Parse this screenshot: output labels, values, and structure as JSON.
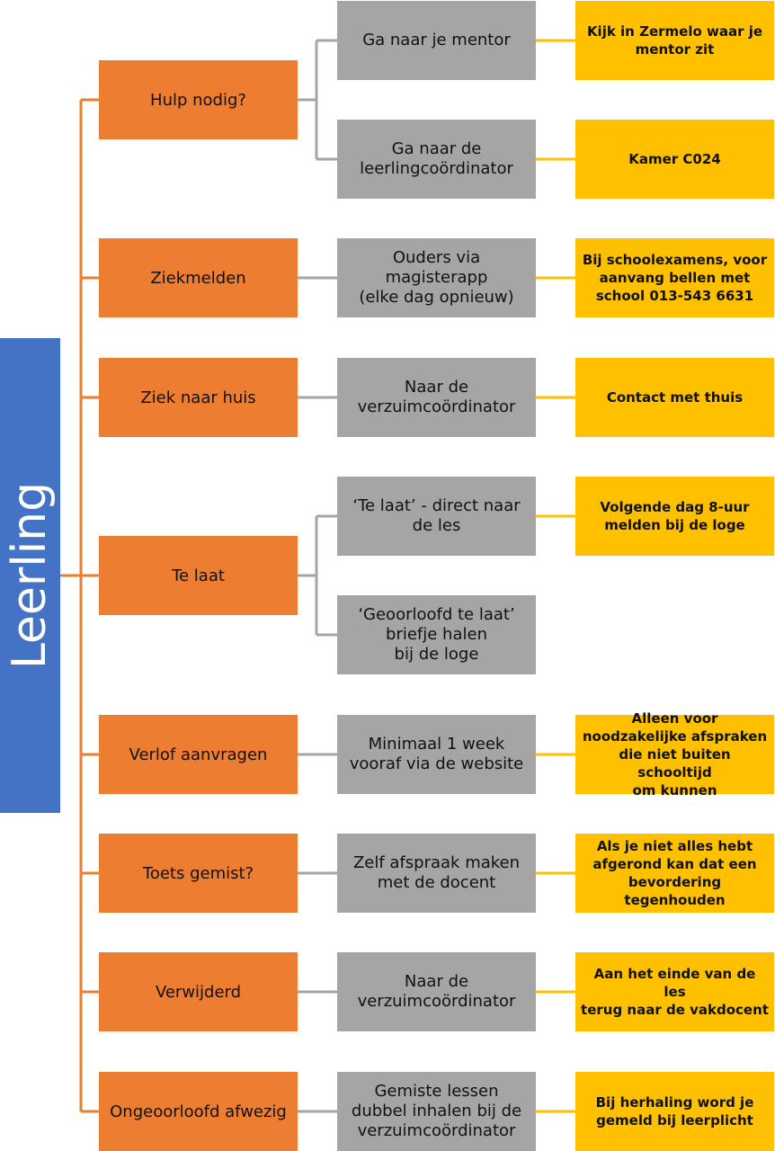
{
  "root": {
    "label": "Leerling",
    "color": "#4472c4"
  },
  "colors": {
    "category": "#ed7d31",
    "action": "#a5a5a5",
    "note": "#ffc000",
    "line_orange": "#ed7d31",
    "line_gray": "#a5a5a5",
    "line_yellow": "#ffc000"
  },
  "categories": [
    {
      "label": "Hulp nodig?",
      "actions": [
        {
          "label": "Ga naar je mentor",
          "note": "Kijk in Zermelo waar je\nmentor zit"
        },
        {
          "label": "Ga naar de\nleerlingcoördinator",
          "note": "Kamer C024"
        }
      ]
    },
    {
      "label": "Ziekmelden",
      "actions": [
        {
          "label": "Ouders via\nmagisterapp\n(elke dag opnieuw)",
          "note": "Bij schoolexamens, voor\naanvang bellen met\nschool 013-543 6631"
        }
      ]
    },
    {
      "label": "Ziek naar huis",
      "actions": [
        {
          "label": "Naar de\nverzuimcoördinator",
          "note": "Contact met thuis"
        }
      ]
    },
    {
      "label": "Te laat",
      "actions": [
        {
          "label": "‘Te laat’ - direct naar\nde les",
          "note": "Volgende dag 8-uur\nmelden bij de loge"
        },
        {
          "label": "‘Geoorloofd te laat’\nbriefje halen\nbij de loge",
          "note": ""
        }
      ]
    },
    {
      "label": "Verlof aanvragen",
      "actions": [
        {
          "label": "Minimaal 1 week\nvooraf via de website",
          "note": "Alleen voor\nnoodzakelijke afspraken\ndie niet buiten schooltijd\nom kunnen"
        }
      ]
    },
    {
      "label": "Toets gemist?",
      "actions": [
        {
          "label": "Zelf afspraak maken\nmet de docent",
          "note": "Als je niet alles hebt\nafgerond kan dat een\nbevordering\ntegenhouden"
        }
      ]
    },
    {
      "label": "Verwijderd",
      "actions": [
        {
          "label": "Naar de\nverzuimcoördinator",
          "note": "Aan het einde van de les\nterug naar de vakdocent"
        }
      ]
    },
    {
      "label": "Ongeoorloofd afwezig",
      "actions": [
        {
          "label": "Gemiste lessen\ndubbel inhalen bij de\nverzuimcoördinator",
          "note": "Bij herhaling word je\ngemeld bij leerplicht"
        }
      ]
    }
  ]
}
